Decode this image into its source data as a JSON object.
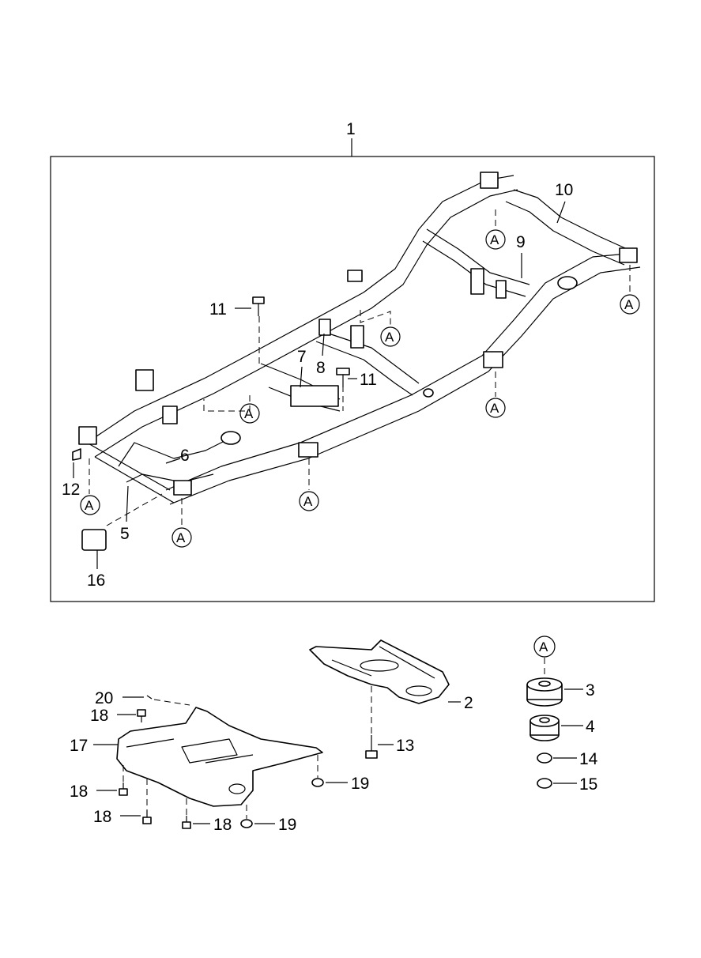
{
  "diagram": {
    "title_number": "1",
    "callouts": {
      "c1": "1",
      "c2": "2",
      "c3": "3",
      "c4": "4",
      "c5": "5",
      "c6": "6",
      "c7": "7",
      "c8": "8",
      "c9": "9",
      "c10": "10",
      "c11a": "11",
      "c11b": "11",
      "c12": "12",
      "c13": "13",
      "c14": "14",
      "c15": "15",
      "c16": "16",
      "c17": "17",
      "c18a": "18",
      "c18b": "18",
      "c18c": "18",
      "c18d": "18",
      "c19a": "19",
      "c19b": "19",
      "c20": "20"
    },
    "mount_marker": "A"
  }
}
